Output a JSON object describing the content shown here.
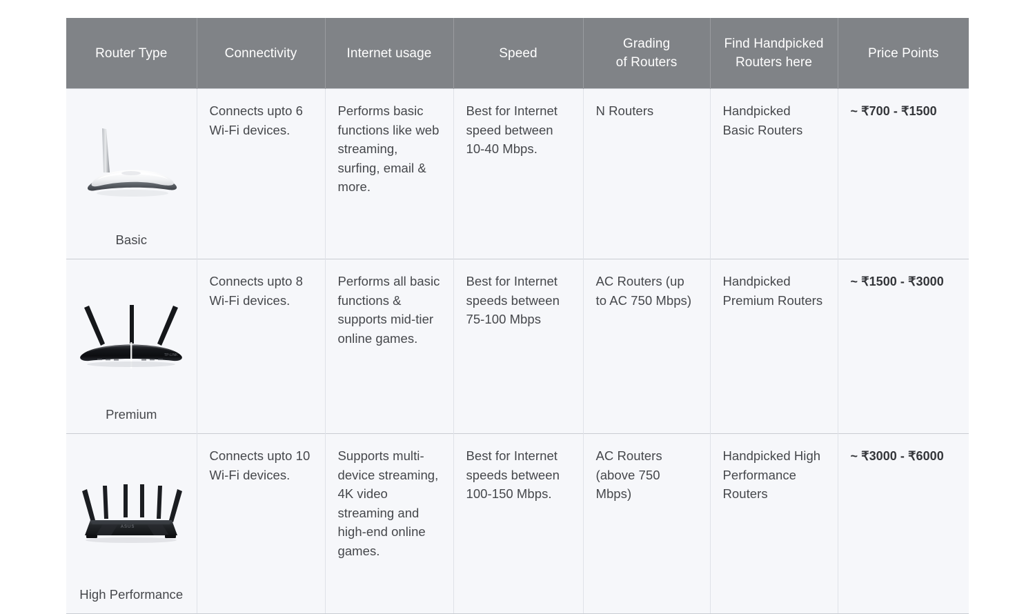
{
  "table": {
    "columns": [
      {
        "id": "router-type",
        "label": "Router Type"
      },
      {
        "id": "connectivity",
        "label": "Connectivity"
      },
      {
        "id": "internet-usage",
        "label": "Internet usage"
      },
      {
        "id": "speed",
        "label": "Speed"
      },
      {
        "id": "grading",
        "label": "Grading\nof Routers"
      },
      {
        "id": "find-handpicked",
        "label": "Find Handpicked\nRouters here"
      },
      {
        "id": "price-points",
        "label": "Price Points"
      }
    ],
    "header_line_breaks": {
      "grading": [
        "Grading",
        "of Routers"
      ],
      "find_handpicked": [
        "Find Handpicked",
        "Routers here"
      ]
    },
    "rows": [
      {
        "id": "basic",
        "router_name": "Basic",
        "router_icon": "white-single-antenna-router-icon",
        "connectivity": "Connects upto 6 Wi-Fi devices.",
        "internet_usage": "Performs basic functions like web streaming, surfing, email & more.",
        "speed": "Best for Internet speed between 10-40 Mbps.",
        "grading": "N Routers",
        "find_handpicked": "Handpicked Basic Routers",
        "price": "~ ₹700 - ₹1500",
        "price_tilde": "~",
        "price_range": "₹700 - ₹1500"
      },
      {
        "id": "premium",
        "router_name": "Premium",
        "router_icon": "black-three-antenna-router-icon",
        "connectivity": "Connects upto 8 Wi-Fi devices.",
        "internet_usage": "Performs all basic functions & supports mid-tier online games.",
        "speed": "Best for Internet speeds between 75-100 Mbps",
        "grading": "AC Routers (up to AC 750 Mbps)",
        "find_handpicked": "Handpicked Premium Routers",
        "price": "~ ₹1500 - ₹3000",
        "price_tilde": "~",
        "price_range": "₹1500 - ₹3000"
      },
      {
        "id": "high-performance",
        "router_name": "High Performance",
        "router_icon": "black-six-antenna-gaming-router-icon",
        "connectivity": "Connects upto 10 Wi-Fi devices.",
        "internet_usage": "Supports multi-device streaming, 4K video streaming and high-end online games.",
        "speed": "Best for Internet speeds between 100-150 Mbps.",
        "grading": "AC Routers (above 750 Mbps)",
        "find_handpicked": "Handpicked High Performance Routers",
        "price": "~ ₹3000 - ₹6000",
        "price_tilde": "~",
        "price_range": "₹3000 - ₹6000"
      }
    ]
  },
  "colors": {
    "header_background": "#808387",
    "header_text": "#ffffff",
    "cell_background": "#f6f7fa",
    "cell_text": "#45474b",
    "grid_line": "#c9ccd2",
    "page_background": "#ffffff"
  }
}
